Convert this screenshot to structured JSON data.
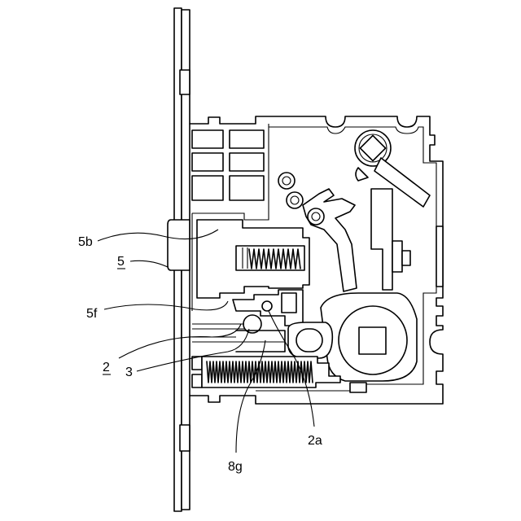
{
  "labels": {
    "l5b": "5b",
    "l5": "5",
    "l5f": "5f",
    "l2": "2",
    "l3": "3",
    "l8g": "8g",
    "l2a": "2a"
  }
}
